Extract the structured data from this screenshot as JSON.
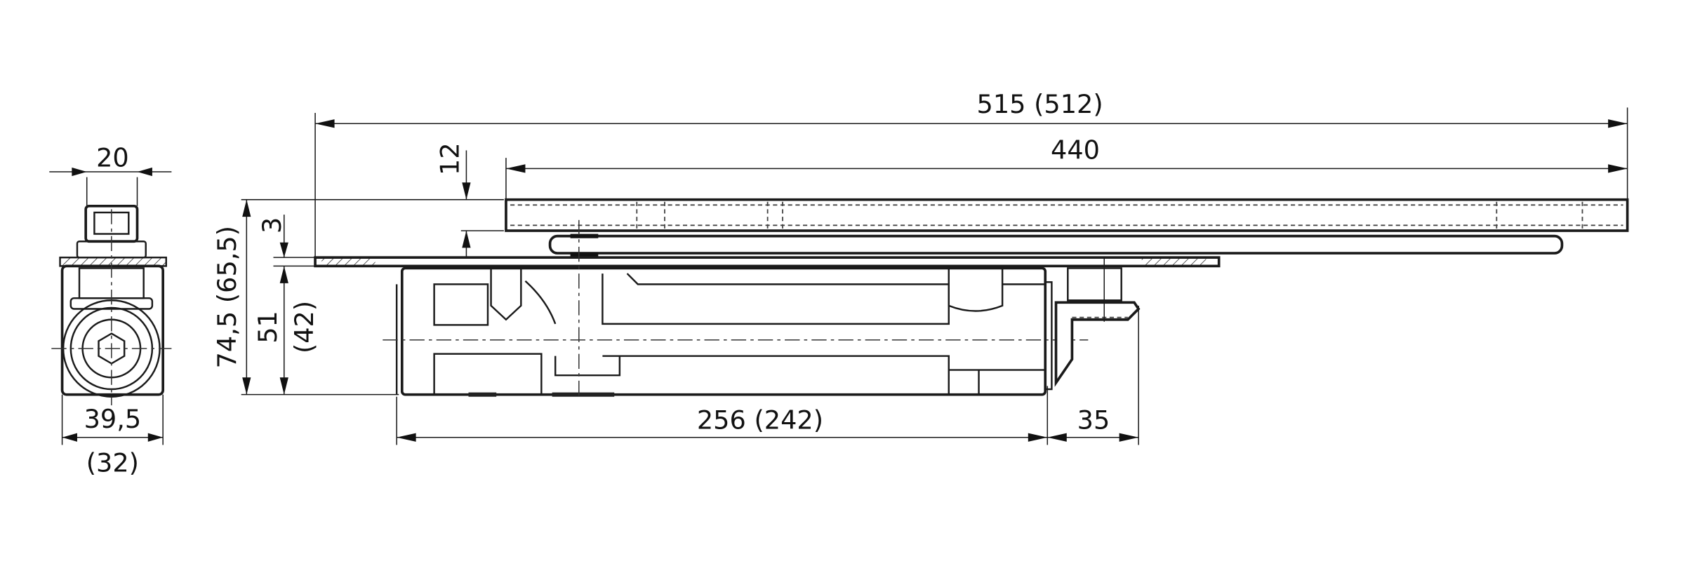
{
  "drawing": {
    "side_view": {
      "top_width": "20",
      "body_width": "39,5",
      "body_width_alt": "(32)"
    },
    "front_view": {
      "overall_length": "515  (512)",
      "arm_length": "440",
      "arm_offset": "12",
      "plate_thickness": "3",
      "total_height": "74,5  (65,5)",
      "body_height": "51",
      "body_height_alt": "(42)",
      "body_length": "256 (242)",
      "end_cap_length": "35"
    }
  }
}
